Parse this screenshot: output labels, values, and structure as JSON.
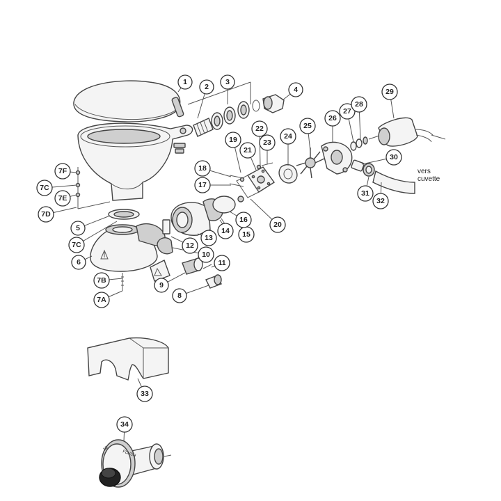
{
  "callouts": [
    {
      "id": "c1",
      "label": "1"
    },
    {
      "id": "c2",
      "label": "2"
    },
    {
      "id": "c3",
      "label": "3"
    },
    {
      "id": "c4",
      "label": "4"
    },
    {
      "id": "c5",
      "label": "5"
    },
    {
      "id": "c6",
      "label": "6"
    },
    {
      "id": "c7A",
      "label": "7A"
    },
    {
      "id": "c7B",
      "label": "7B"
    },
    {
      "id": "c7C",
      "label": "7C"
    },
    {
      "id": "c7C2",
      "label": "7C"
    },
    {
      "id": "c7D",
      "label": "7D"
    },
    {
      "id": "c7E",
      "label": "7E"
    },
    {
      "id": "c7F",
      "label": "7F"
    },
    {
      "id": "c8",
      "label": "8"
    },
    {
      "id": "c9",
      "label": "9"
    },
    {
      "id": "c10",
      "label": "10"
    },
    {
      "id": "c11",
      "label": "11"
    },
    {
      "id": "c12",
      "label": "12"
    },
    {
      "id": "c13",
      "label": "13"
    },
    {
      "id": "c14",
      "label": "14"
    },
    {
      "id": "c15",
      "label": "15"
    },
    {
      "id": "c16",
      "label": "16"
    },
    {
      "id": "c17",
      "label": "17"
    },
    {
      "id": "c18",
      "label": "18"
    },
    {
      "id": "c19",
      "label": "19"
    },
    {
      "id": "c20",
      "label": "20"
    },
    {
      "id": "c21",
      "label": "21"
    },
    {
      "id": "c22",
      "label": "22"
    },
    {
      "id": "c23",
      "label": "23"
    },
    {
      "id": "c24",
      "label": "24"
    },
    {
      "id": "c25",
      "label": "25"
    },
    {
      "id": "c26",
      "label": "26"
    },
    {
      "id": "c27",
      "label": "27"
    },
    {
      "id": "c28",
      "label": "28"
    },
    {
      "id": "c29",
      "label": "29"
    },
    {
      "id": "c30",
      "label": "30"
    },
    {
      "id": "c31",
      "label": "31"
    },
    {
      "id": "c32",
      "label": "32"
    },
    {
      "id": "c33",
      "label": "33"
    },
    {
      "id": "c34",
      "label": "34"
    }
  ],
  "annotation": {
    "line1": "vers",
    "line2": "cuvette"
  },
  "knob_marks": {
    "left": "18",
    "right": "FLUSH"
  }
}
